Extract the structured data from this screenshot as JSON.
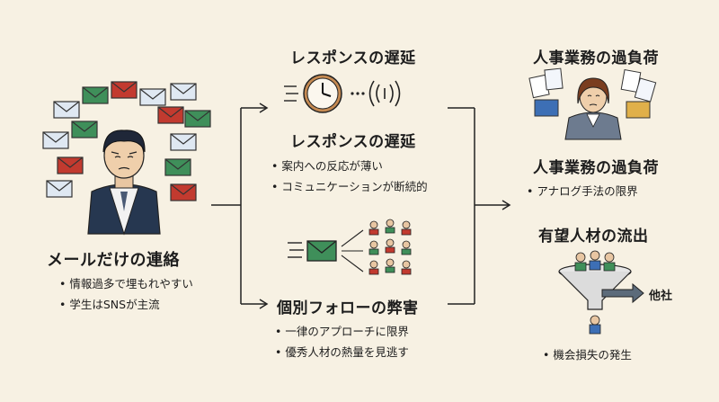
{
  "left": {
    "title": "メールだけの連絡",
    "bullets": [
      "情報過多で埋もれやすい",
      "学生はSNSが主流"
    ]
  },
  "middle_top": {
    "header": "レスポンスの遅延",
    "title": "レスポンスの遅延",
    "bullets": [
      "案内への反応が薄い",
      "コミュニケーションが断続的"
    ]
  },
  "middle_bottom": {
    "title": "個別フォローの弊害",
    "bullets": [
      "一律のアプローチに限界",
      "優秀人材の熱量を見逃す"
    ]
  },
  "right_top": {
    "header": "人事業務の過負荷",
    "title": "人事業務の過負荷",
    "bullets": [
      "アナログ手法の限界"
    ]
  },
  "right_bottom": {
    "title": "有望人材の流出",
    "outflow_label": "他社",
    "bullets": [
      "機会損失の発生"
    ]
  },
  "colors": {
    "background": "#f7f1e3",
    "email_red": "#c23a2f",
    "email_green": "#3f8f5a",
    "email_blue": "#dfe8f2",
    "navy": "#263750"
  }
}
